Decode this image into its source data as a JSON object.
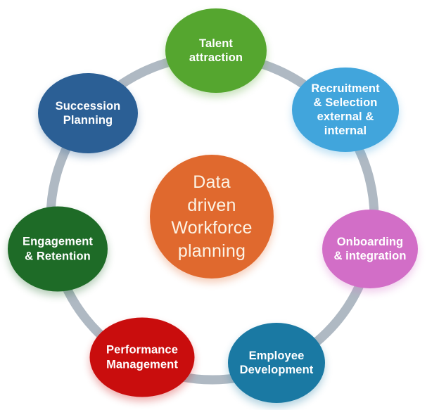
{
  "diagram": {
    "type": "circular-hub-spoke",
    "background": "#FFFFFF"
  },
  "ring": {
    "color": "#AFB9C3"
  },
  "center": {
    "label": "Data\ndriven\nWorkforce\nplanning",
    "color": "#E0692E",
    "text_color": "#FCF3E5"
  },
  "nodes": [
    {
      "id": "talent-attraction",
      "label": "Talent\nattraction",
      "color": "#55A62F",
      "text_color": "#FFFFFF"
    },
    {
      "id": "recruitment-selection",
      "label": "Recruitment\n& Selection\nexternal &\ninternal",
      "color": "#41A5DC",
      "text_color": "#FFFFFF"
    },
    {
      "id": "onboarding-integration",
      "label": "Onboarding\n& integration",
      "color": "#D26EC7",
      "text_color": "#FFFFFF"
    },
    {
      "id": "employee-development",
      "label": "Employee\nDevelopment",
      "color": "#1A79A3",
      "text_color": "#FFFFFF"
    },
    {
      "id": "performance-management",
      "label": "Performance\nManagement",
      "color": "#C90D0D",
      "text_color": "#FFFFFF"
    },
    {
      "id": "engagement-retention",
      "label": "Engagement\n& Retention",
      "color": "#1E6B27",
      "text_color": "#FFFFFF"
    },
    {
      "id": "succession-planning",
      "label": "Succession\nPlanning",
      "color": "#2B5F95",
      "text_color": "#FFFFFF"
    }
  ]
}
